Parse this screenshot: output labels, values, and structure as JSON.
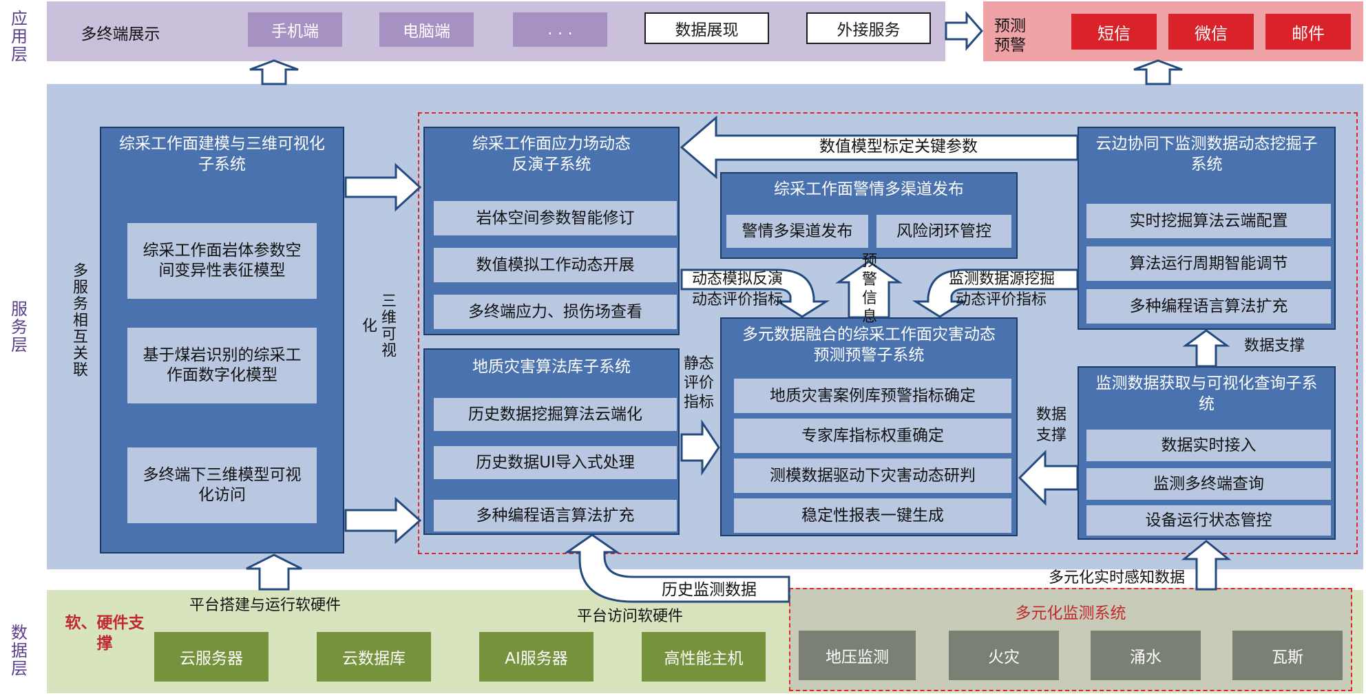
{
  "layers": {
    "app": "应用层",
    "service": "服务层",
    "data": "数据层"
  },
  "app_layer": {
    "multi_terminal": "多终端展示",
    "terminals": [
      "手机端",
      "电脑端",
      ". . ."
    ],
    "data_display": "数据展现",
    "external_service": "外接服务",
    "warning_label": "预测预警",
    "channels": [
      "短信",
      "微信",
      "邮件"
    ]
  },
  "service_layer": {
    "sys_modeling": {
      "title": "综采工作面建模与三维可视化子系统",
      "items": [
        "综采工作面岩体参数空间变异性表征模型",
        "基于煤岩识别的综采工作面数字化模型",
        "多终端下三维模型可视化访问"
      ]
    },
    "multi_service": "多服务相互关联",
    "three_d_vis": "三维可视化",
    "sys_stress": {
      "title": "综采工作面应力场动态反演子系统",
      "items": [
        "岩体空间参数智能修订",
        "数值模拟工作动态开展",
        "多终端应力、损伤场查看"
      ]
    },
    "sys_algo_lib": {
      "title": "地质灾害算法库子系统",
      "items": [
        "历史数据挖掘算法云端化",
        "历史数据UI导入式处理",
        "多种编程语言算法扩充"
      ]
    },
    "sys_release": {
      "title": "综采工作面警情多渠道发布",
      "items": [
        "警情多渠道发布",
        "风险闭环管控"
      ]
    },
    "sys_fusion": {
      "title": "多元数据融合的综采工作面灾害动态预测预警子系统",
      "items": [
        "地质灾害案例库预警指标确定",
        "专家库指标权重确定",
        "测模数据驱动下灾害动态研判",
        "稳定性报表一键生成"
      ]
    },
    "sys_cloud_edge": {
      "title": "云边协同下监测数据动态挖掘子系统",
      "items": [
        "实时挖掘算法云端配置",
        "算法运行周期智能调节",
        "多种编程语言算法扩充"
      ]
    },
    "sys_monitor": {
      "title": "监测数据获取与可视化查询子系统",
      "items": [
        "数据实时接入",
        "监测多终端查询",
        "设备运行状态管控"
      ]
    },
    "labels": {
      "calib": "数值模型标定关键参数",
      "dyn_sim_1": "动态模拟反演",
      "dyn_sim_2": "动态评价指标",
      "warn_info": "预警信息",
      "monitor_src_1": "监测数据源挖掘",
      "monitor_src_2": "动态评价指标",
      "static_eval": "静态评价指标",
      "data_support_right": "数据支撑",
      "data_support_top": "数据支撑",
      "history_data": "历史监测数据",
      "multi_sense": "多元化实时感知数据"
    }
  },
  "data_layer": {
    "sw_hw_support": "软、硬件支撑",
    "platform_build": "平台搭建与运行软硬件",
    "platform_access": "平台访问软硬件",
    "hardware": [
      "云服务器",
      "云数据库",
      "AI服务器",
      "高性能主机"
    ],
    "monitor_system": "多元化监测系统",
    "monitors": [
      "地压监测",
      "火灾",
      "涌水",
      "瓦斯"
    ]
  },
  "colors": {
    "app_band": "#cbc0dc",
    "warn_band": "#f0a3a6",
    "service_band": "#b9c9e2",
    "data_band": "#d7e4bd",
    "system_blue": "#4a72ae",
    "item_blue": "#b9c7e1",
    "red_dash": "#e0242a"
  },
  "icons": [
    "block-arrow-right-icon",
    "block-arrow-up-icon",
    "block-arrow-left-icon",
    "curved-arrow-icon"
  ]
}
